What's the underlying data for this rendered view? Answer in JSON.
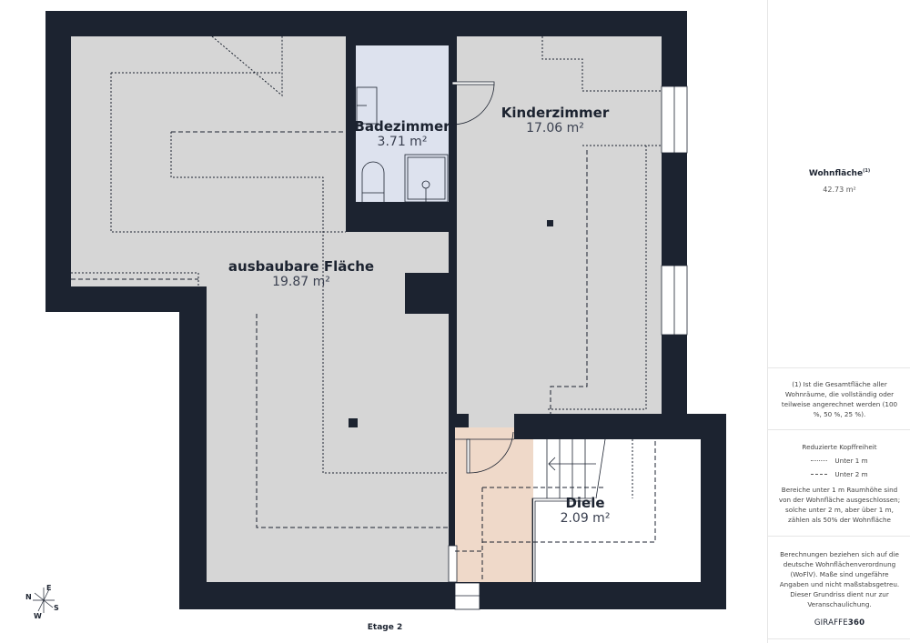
{
  "rooms": [
    {
      "name": "ausbaubare Fläche",
      "area": "19.87 m²"
    },
    {
      "name": "Badezimmer",
      "area": "3.71 m²"
    },
    {
      "name": "Kinderzimmer",
      "area": "17.06 m²"
    },
    {
      "name": "Diele",
      "area": "2.09 m²"
    }
  ],
  "floor_label": "Etage 2",
  "compass": {
    "n": "N",
    "e": "E",
    "s": "S",
    "w": "W"
  },
  "panel": {
    "wohnflaeche_title": "Wohnfläche",
    "wohnflaeche_sup": "(1)",
    "wohnflaeche_value": "42.73 m²",
    "footnote": "(1) Ist die Gesamtfläche aller Wohnräume, die vollständig oder teilweise angerechnet werden (100 %, 50 %, 25 %).",
    "headroom_title": "Reduzierte Kopffreiheit",
    "legend_1m": "Unter 1 m",
    "legend_2m": "Unter 2 m",
    "headroom_text": "Bereiche unter 1 m Raumhöhe sind von der Wohnfläche ausgeschlossen; solche unter 2 m, aber über 1 m, zählen als 50% der Wohnfläche",
    "disclaimer": "Berechnungen beziehen sich auf die deutsche Wohnflächenverordnung (WoFlV). Maße sind ungefähre Angaben und nicht maßstabsgetreu. Dieser Grundriss dient nur zur Veranschaulichung.",
    "brand_light": "GIRAFFE",
    "brand_bold": "360"
  },
  "colors": {
    "wall": "#1c2330",
    "floor": "#d6d6d6",
    "bath": "#dde2ee",
    "hall": "#efd9c9"
  }
}
